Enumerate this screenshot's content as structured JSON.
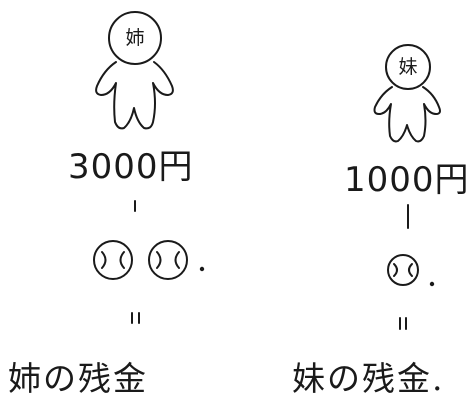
{
  "elder": {
    "head_char": "姉",
    "amount": "3000円",
    "balls": 2,
    "equals": "||",
    "caption": "姉の残金"
  },
  "younger": {
    "head_char": "妹",
    "amount": "1000円",
    "balls": 1,
    "equals": "||",
    "caption": "妹の残金."
  }
}
